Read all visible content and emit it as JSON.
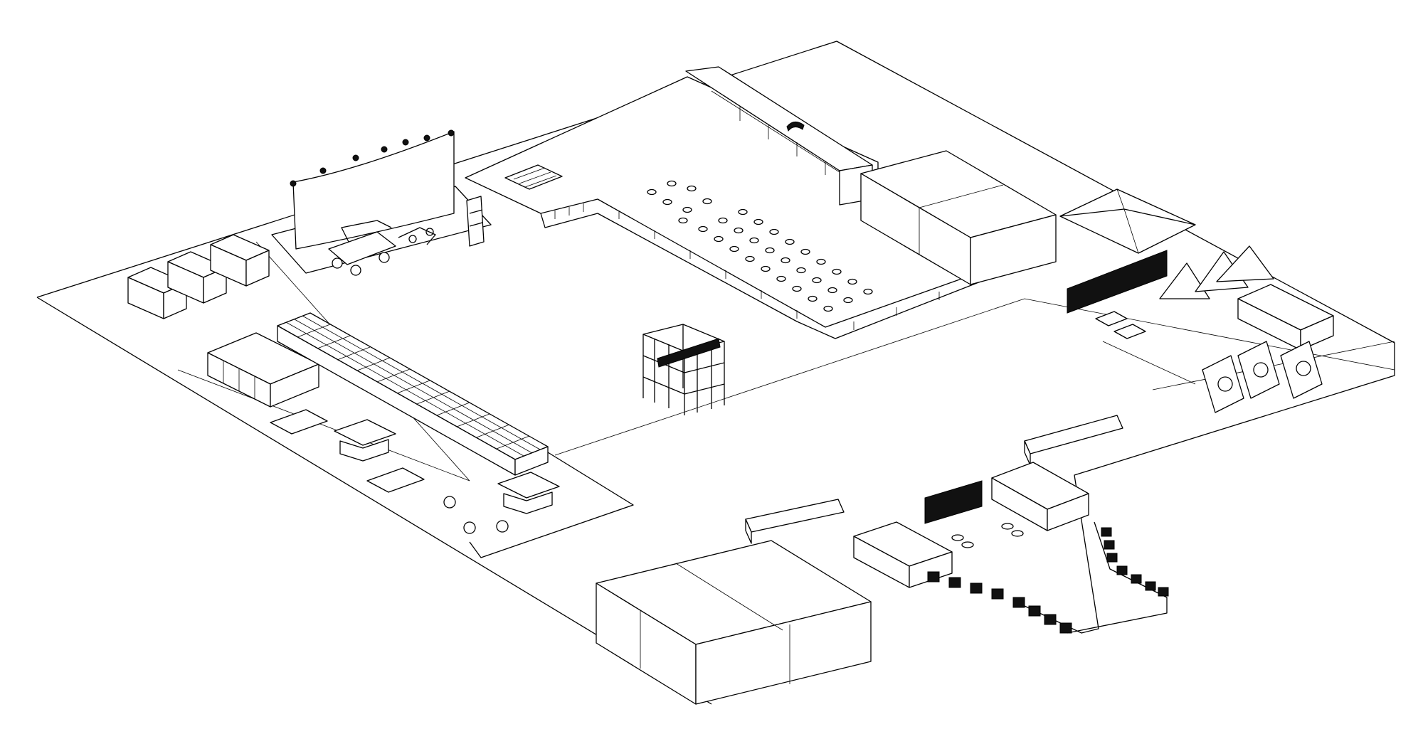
{
  "title": "",
  "drawing": {
    "type": "isometric-site-plan",
    "line_color": "#000000",
    "background": "#ffffff",
    "zones": [
      "site-boundary",
      "stage-backdrop",
      "storage-containers",
      "long-table-grid",
      "table-field",
      "central-tower",
      "large-tent-south",
      "pavilion-east",
      "entrance-kiosk",
      "barrier-path"
    ]
  }
}
